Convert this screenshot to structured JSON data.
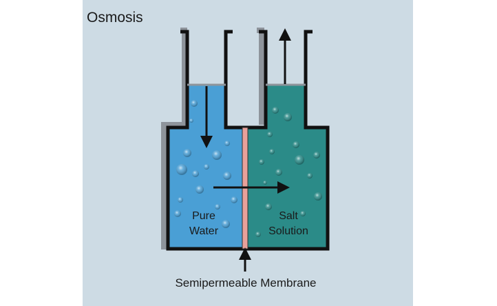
{
  "title": "Osmosis",
  "labels": {
    "left_line1": "Pure",
    "left_line2": "Water",
    "right_line1": "Salt",
    "right_line2": "Solution",
    "membrane": "Semipermeable Membrane"
  },
  "colors": {
    "panel": "#cddbe4",
    "pure_water": "#4a9fd5",
    "salt_solution": "#2b8b88",
    "membrane": "#e8a19b",
    "wall": "#111111"
  }
}
